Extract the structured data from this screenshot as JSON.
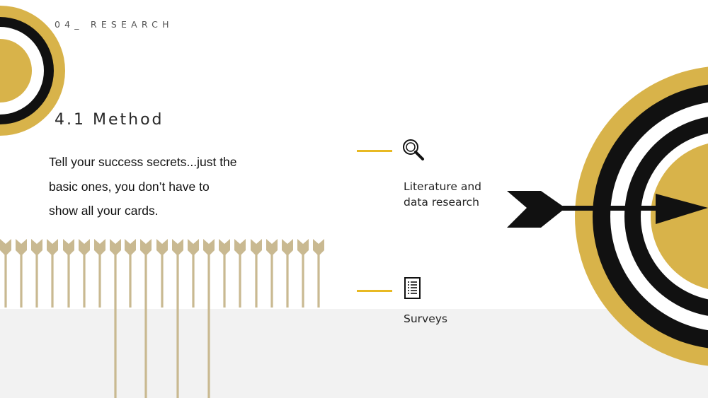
{
  "header": {
    "section_label": "04_ RESEARCH"
  },
  "content": {
    "title": "4.1 Method",
    "body_text": "Tell your success secrets...just the basic ones, you don’t have to show all your cards."
  },
  "methods": [
    {
      "label_line1": "Literature and",
      "label_line2": "data research",
      "icon": "magnifier-icon"
    },
    {
      "label_line1": "Surveys",
      "icon": "document-list-icon"
    }
  ],
  "colors": {
    "gold": "#d8b34a",
    "black": "#111111",
    "accent_line": "#e8b923",
    "arrow_tan": "#c9b991",
    "floor": "#f2f2f2"
  }
}
